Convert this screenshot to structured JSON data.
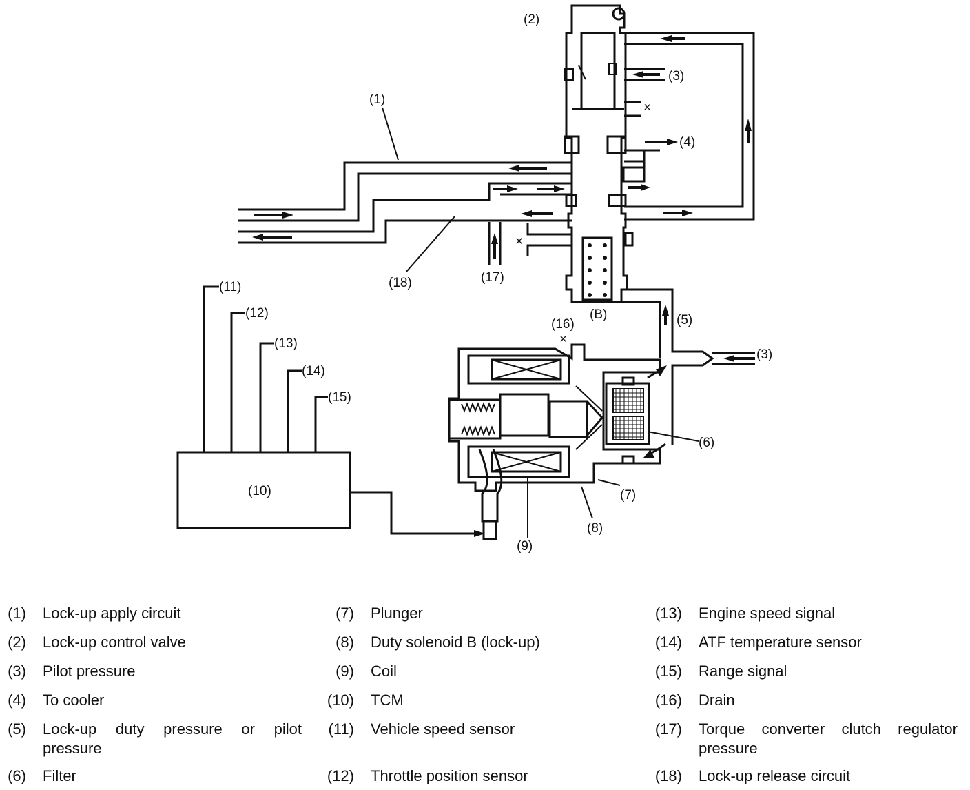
{
  "labels": {
    "l1": "(1)",
    "l2": "(2)",
    "l3a": "(3)",
    "l3b": "(3)",
    "l4": "(4)",
    "l5": "(5)",
    "l6": "(6)",
    "l7": "(7)",
    "l8": "(8)",
    "l9": "(9)",
    "l10": "(10)",
    "l11": "(11)",
    "l12": "(12)",
    "l13": "(13)",
    "l14": "(14)",
    "l15": "(15)",
    "l16": "(16)",
    "l17": "(17)",
    "l18": "(18)",
    "lB": "(B)",
    "x1": "×",
    "x2": "×",
    "x3": "×"
  },
  "legend": {
    "col1": [
      {
        "num": "(1)",
        "text": "Lock-up apply circuit"
      },
      {
        "num": "(2)",
        "text": "Lock-up control valve"
      },
      {
        "num": "(3)",
        "text": "Pilot pressure"
      },
      {
        "num": "(4)",
        "text": "To cooler"
      },
      {
        "num": "(5)",
        "text": "Lock-up duty pressure or pilot pressure"
      },
      {
        "num": "(6)",
        "text": "Filter"
      }
    ],
    "col2": [
      {
        "num": "(7)",
        "text": "Plunger"
      },
      {
        "num": "(8)",
        "text": "Duty solenoid B (lock-up)"
      },
      {
        "num": "(9)",
        "text": "Coil"
      },
      {
        "num": "(10)",
        "text": "TCM"
      },
      {
        "num": "(11)",
        "text": "Vehicle speed sensor"
      },
      {
        "num": "(12)",
        "text": "Throttle position sensor"
      }
    ],
    "col3": [
      {
        "num": "(13)",
        "text": "Engine speed signal"
      },
      {
        "num": "(14)",
        "text": "ATF temperature sensor"
      },
      {
        "num": "(15)",
        "text": "Range signal"
      },
      {
        "num": "(16)",
        "text": "Drain"
      },
      {
        "num": "(17)",
        "text": "Torque converter clutch regulator pressure"
      },
      {
        "num": "(18)",
        "text": "Lock-up release circuit"
      }
    ]
  }
}
